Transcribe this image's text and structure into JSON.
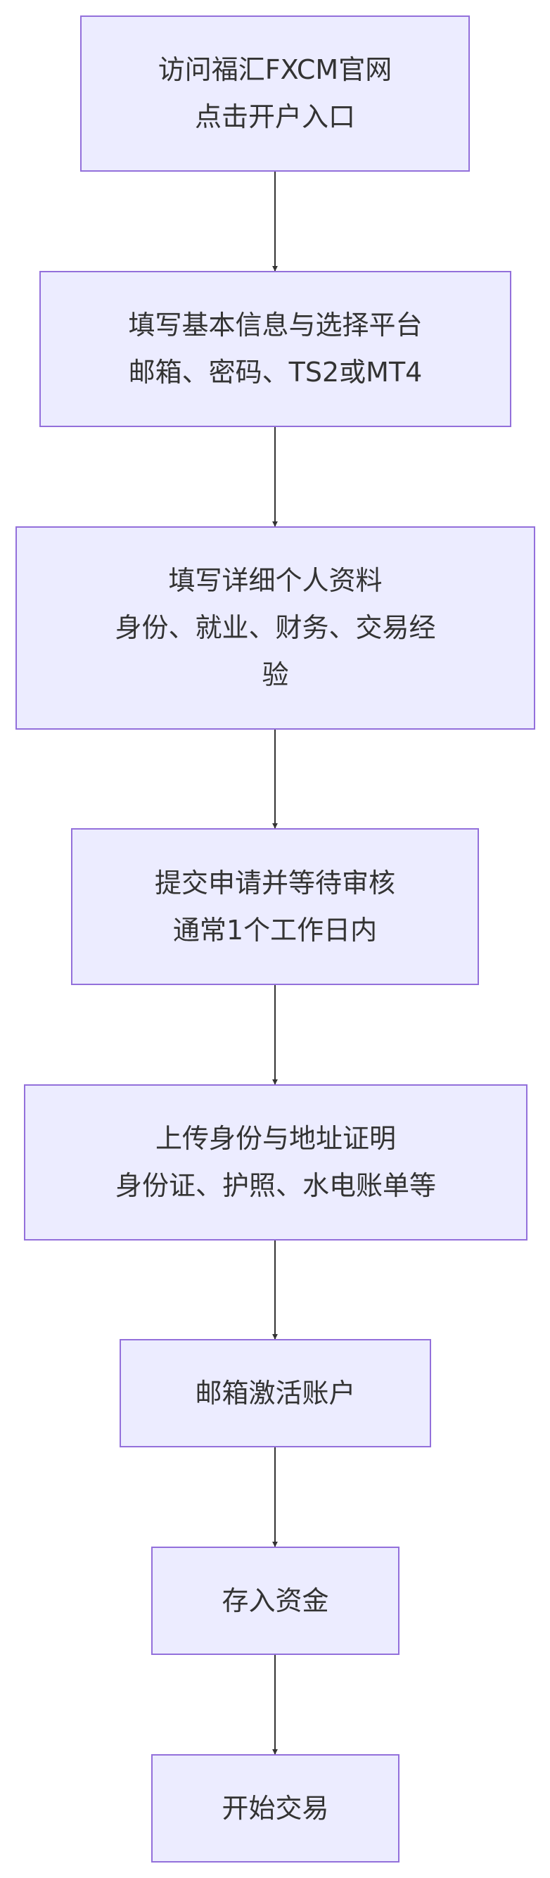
{
  "diagram": {
    "type": "flowchart",
    "direction": "top-down",
    "colors": {
      "node_fill": "#ECECFF",
      "node_stroke": "#9370DB",
      "text": "#333333",
      "edge": "#333333",
      "background": "#ffffff"
    },
    "nodes": [
      {
        "id": "visit",
        "lines": [
          "访问福汇FXCM官网",
          "点击开户入口"
        ]
      },
      {
        "id": "basic_info",
        "lines": [
          "填写基本信息与选择平台",
          "邮箱、密码、TS2或MT4"
        ]
      },
      {
        "id": "detail_info",
        "lines": [
          "填写详细个人资料",
          "身份、就业、财务、交易经",
          "验"
        ]
      },
      {
        "id": "submit",
        "lines": [
          "提交申请并等待审核",
          "通常1个工作日内"
        ]
      },
      {
        "id": "upload",
        "lines": [
          "上传身份与地址证明",
          "身份证、护照、水电账单等"
        ]
      },
      {
        "id": "activate",
        "lines": [
          "邮箱激活账户"
        ]
      },
      {
        "id": "deposit",
        "lines": [
          "存入资金"
        ]
      },
      {
        "id": "trade",
        "lines": [
          "开始交易"
        ]
      }
    ],
    "edges": [
      {
        "from": "visit",
        "to": "basic_info"
      },
      {
        "from": "basic_info",
        "to": "detail_info"
      },
      {
        "from": "detail_info",
        "to": "submit"
      },
      {
        "from": "submit",
        "to": "upload"
      },
      {
        "from": "upload",
        "to": "activate"
      },
      {
        "from": "activate",
        "to": "deposit"
      },
      {
        "from": "deposit",
        "to": "trade"
      }
    ]
  }
}
